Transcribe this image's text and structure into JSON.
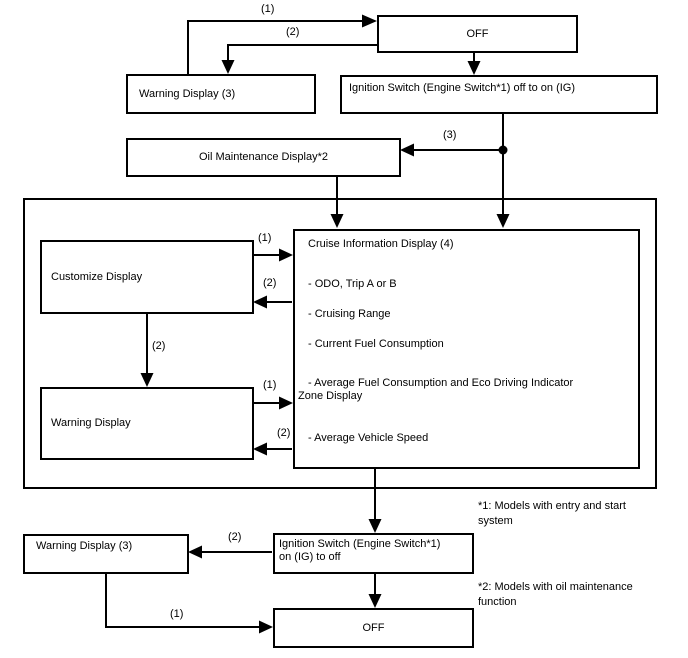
{
  "diagram": {
    "nodes": {
      "off_top": "OFF",
      "warning_top": "Warning Display (3)",
      "ignition_on": "Ignition Switch (Engine Switch*1) off to on (IG)",
      "oil_maintenance": "Oil Maintenance Display*2",
      "customize": "Customize Display",
      "warning_mid": "Warning Display",
      "cruise": {
        "title": "Cruise Information Display (4)",
        "items": [
          "- ODO, Trip A or B",
          "- Cruising Range",
          "- Current Fuel Consumption",
          "- Average Fuel Consumption and Eco Driving Indicator\nZone Display",
          "- Average Vehicle Speed"
        ]
      },
      "warning_bottom": "Warning Display (3)",
      "ignition_off": "Ignition Switch (Engine Switch*1)\non (IG) to off",
      "off_bottom": "OFF"
    },
    "edge_labels": {
      "top_1": "(1)",
      "top_2": "(2)",
      "oil_3": "(3)",
      "customize_in_1": "(1)",
      "customize_out_2": "(2)",
      "customize_down_2": "(2)",
      "warning_in_1": "(1)",
      "warning_out_2": "(2)",
      "bottom_2": "(2)",
      "bottom_1": "(1)"
    },
    "notes": {
      "note1": "*1: Models with entry and start\nsystem",
      "note2": "*2: Models with oil maintenance\nfunction"
    },
    "colors": {
      "line": "#000000",
      "text": "#000000",
      "background": "#ffffff"
    }
  }
}
